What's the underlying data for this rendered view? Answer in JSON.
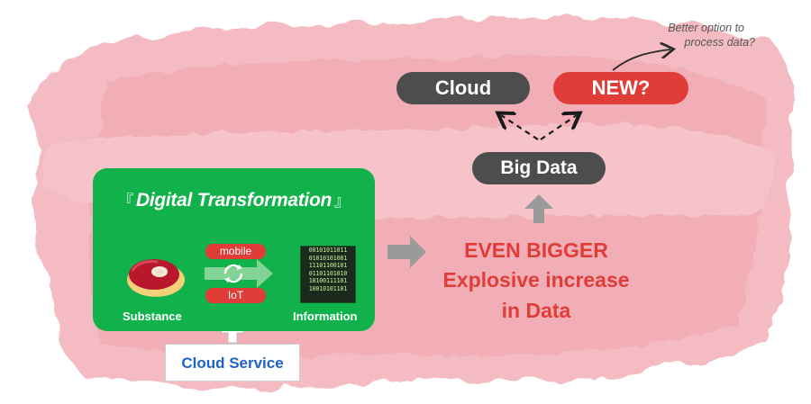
{
  "diagram": {
    "transformation": {
      "title": "Digital Transformation",
      "open_bracket": "『",
      "close_bracket": "』",
      "mobile_label": "mobile",
      "iot_label": "IoT",
      "substance_label": "Substance",
      "information_label": "Information",
      "binary_lines": [
        "00101011011",
        "01010101001",
        "11101100101",
        "01101101010",
        "10100111101",
        "10010101101"
      ]
    },
    "cloud_service_label": "Cloud Service",
    "big_text": {
      "line1": "EVEN BIGGER",
      "line2": "Explosive increase",
      "line3": "in Data"
    },
    "big_data_label": "Big Data",
    "cloud_label": "Cloud",
    "new_label": "NEW?",
    "note_line1": "Better option to",
    "note_line2": "process data?",
    "colors": {
      "green": "#11b14b",
      "red": "#e03c38",
      "dark_gray": "#4d4d4d",
      "blue": "#1d62c9",
      "wash": "#f4b9bf"
    }
  }
}
